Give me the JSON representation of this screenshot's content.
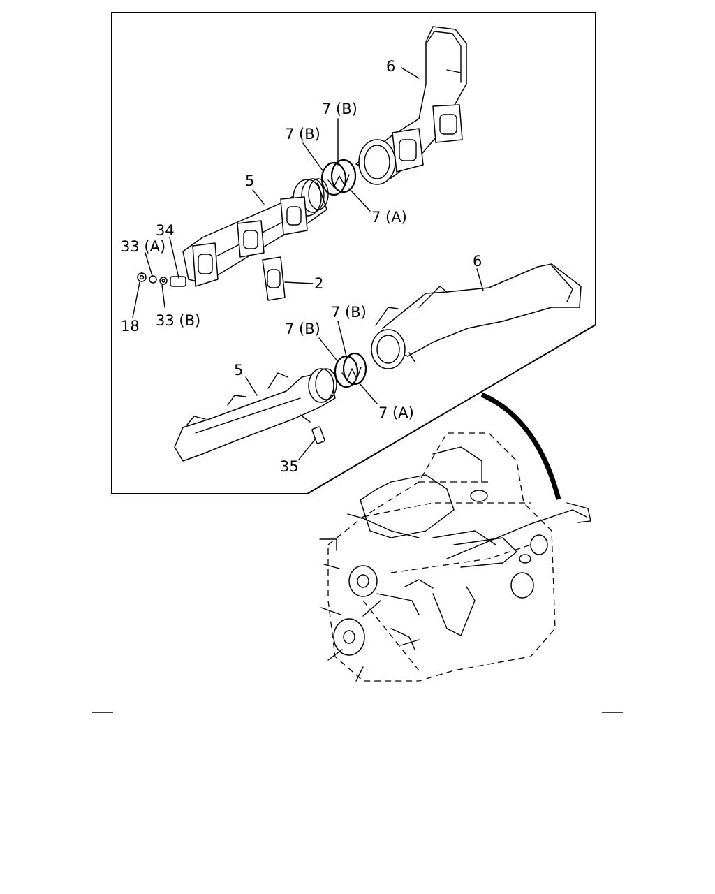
{
  "callouts": {
    "upper_part_6": "6",
    "upper_ring_7b_right": "7 (B)",
    "upper_ring_7b_left": "7 (B)",
    "upper_part_5": "5",
    "upper_ring_7a": "7 (A)",
    "part_34": "34",
    "part_33a": "33 (A)",
    "part_2": "2",
    "part_18": "18",
    "part_33b": "33 (B)",
    "lower_part_6": "6",
    "lower_ring_7b_right": "7 (B)",
    "lower_ring_7b_left": "7 (B)",
    "lower_part_5": "5",
    "lower_ring_7a": "7 (A)",
    "part_35": "35"
  },
  "colors": {
    "line": "#000000",
    "background": "#ffffff"
  }
}
